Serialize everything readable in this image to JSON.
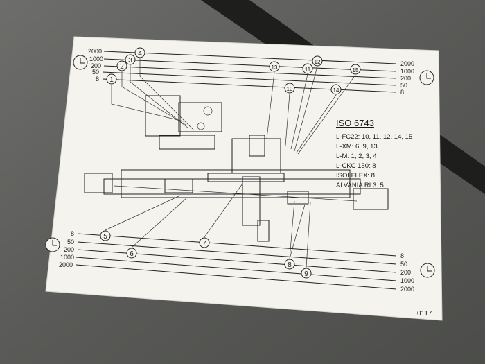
{
  "scale_labels": [
    "2000",
    "1000",
    "200",
    "50",
    "8"
  ],
  "scale_labels_low": [
    "8",
    "50",
    "200",
    "1000",
    "2000"
  ],
  "top_callouts": [
    "1",
    "2",
    "3",
    "4",
    "13",
    "11",
    "12",
    "15",
    "10",
    "14"
  ],
  "bottom_callouts": [
    "5",
    "6",
    "7",
    "8",
    "9"
  ],
  "legend": {
    "title": "ISO 6743",
    "lines": [
      "L-FC22: 10, 11, 12, 14, 15",
      "L-XM: 6, 9, 13",
      "L-M: 1, 2, 3, 4",
      "L-CKC 150: 8",
      "ISOLFLEX: 8",
      "ALVANIA RL3: 5"
    ]
  },
  "plate_number": "0117",
  "colors": {
    "plate": "#f4f3ee",
    "ink": "#1a1a1a",
    "floor": "#5d5e5c"
  }
}
